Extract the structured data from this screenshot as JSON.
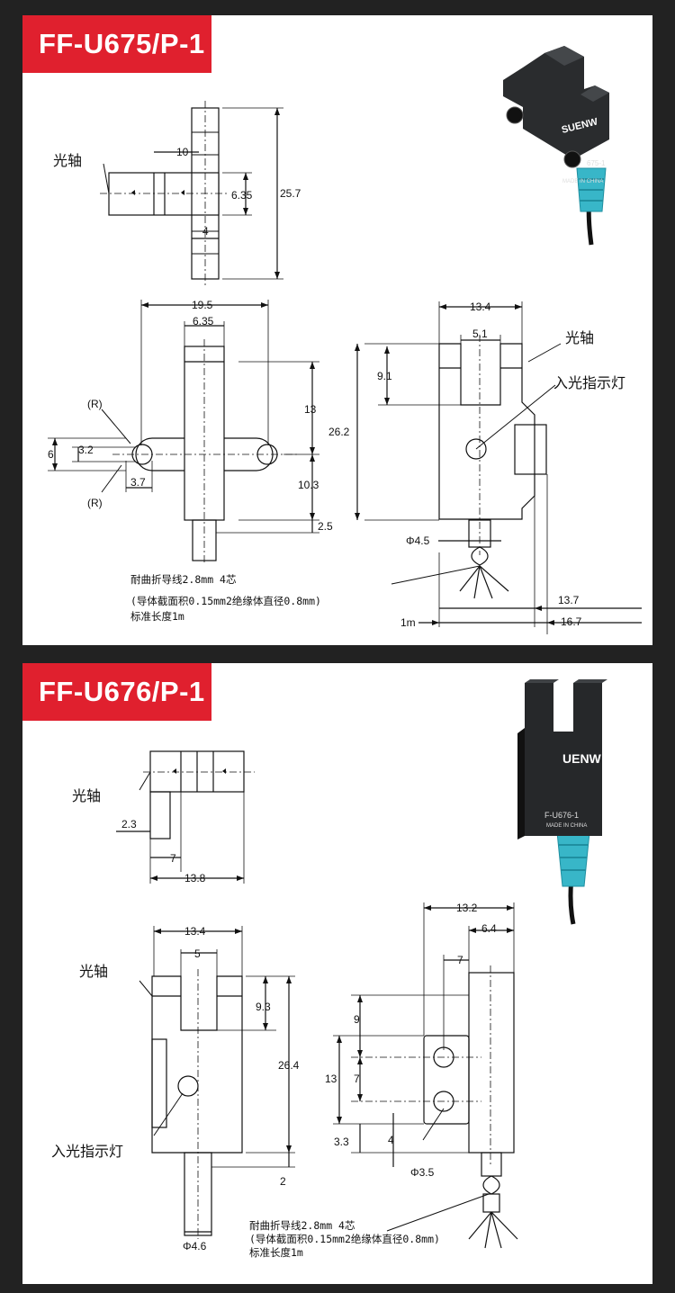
{
  "sections": [
    {
      "model": "FF-U675/P-1",
      "sensor": {
        "brand": "SUENW",
        "model_mark": "675-1",
        "made_in": "MADE IN CHINA"
      },
      "labels": {
        "optical_axis": "光轴",
        "indicator": "入光指示灯",
        "radius": "(R)"
      },
      "dims": {
        "top_width": "10",
        "top_slot": "6.35",
        "top_total": "25.7",
        "top_tab": "4",
        "front_width": "19.5",
        "front_body": "6.35",
        "front_upper": "13",
        "front_lower": "10.3",
        "front_hole_h": "6",
        "front_hole_d": "3.2",
        "front_hole_offset": "3.7",
        "front_bottom": "2.5",
        "side_width": "13.4",
        "side_slot": "5.1",
        "side_slot_depth": "9.1",
        "side_height": "26.2",
        "cable_dia": "Φ4.5",
        "side_d1": "13.7",
        "side_d2": "16.7",
        "cable_len": "1m"
      },
      "cable_note": [
        "耐曲折导线2.8mm 4芯",
        "(导体截面积0.15mm2绝缘体直径0.8mm)",
        "标准长度1m"
      ]
    },
    {
      "model": "FF-U676/P-1",
      "sensor": {
        "brand": "UENW",
        "model_mark": "F-U676-1",
        "made_in": "MADE IN CHINA"
      },
      "labels": {
        "optical_axis": "光轴",
        "indicator": "入光指示灯"
      },
      "dims": {
        "top_tab": "2.3",
        "top_offset": "7",
        "top_width": "13.8",
        "front_width": "13.4",
        "front_slot": "5",
        "front_slot_depth": "9.3",
        "front_height": "26.4",
        "front_bottom": "2",
        "cable_dia": "Φ4.6",
        "side_width": "13.2",
        "side_body": "6.4",
        "side_offset": "7",
        "side_top": "9",
        "side_holes": "13",
        "side_pitch": "7",
        "side_bottom": "3.3",
        "side_hole_gap": "4",
        "side_hole_dia": "Φ3.5"
      },
      "cable_note": [
        "耐曲折导线2.8mm 4芯",
        "(导体截面积0.15mm2绝缘体直径0.8mm)",
        "标准长度1m"
      ]
    }
  ]
}
